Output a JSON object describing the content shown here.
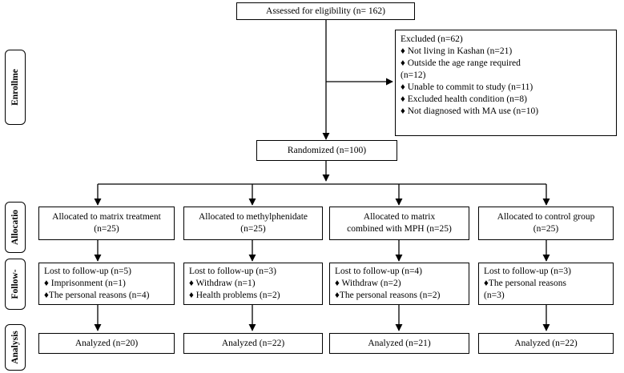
{
  "sidebar": {
    "enrollment": "Enrollme",
    "allocation": "Allocatio",
    "followup": "Follow-",
    "analysis": "Analysis"
  },
  "assessed": "Assessed for eligibility (n= 162)",
  "excluded": {
    "title": "Excluded (n=62)",
    "items": [
      "♦ Not living in Kashan (n=21)",
      "♦  Outside the age range required",
      "(n=12)",
      "♦ Unable to commit to study (n=11)",
      "♦ Excluded health condition (n=8)",
      "♦ Not diagnosed with MA use (n=10)"
    ]
  },
  "randomized": "Randomized (n=100)",
  "groups": [
    {
      "allocated": [
        "Allocated to matrix treatment",
        "(n=25)"
      ],
      "followup": [
        "Lost to follow-up (n=5)",
        "♦ Imprisonment (n=1)",
        "♦The personal reasons (n=4)"
      ],
      "analyzed": "Analyzed (n=20)"
    },
    {
      "allocated": [
        "Allocated to methylphenidate",
        "(n=25)"
      ],
      "followup": [
        "Lost to follow-up (n=3)",
        "♦ Withdraw (n=1)",
        "♦ Health problems (n=2)"
      ],
      "analyzed": "Analyzed (n=22)"
    },
    {
      "allocated": [
        "Allocated to matrix",
        "combined with MPH (n=25)"
      ],
      "followup": [
        "Lost to follow-up (n=4)",
        "♦ Withdraw (n=2)",
        "♦The personal reasons (n=2)"
      ],
      "analyzed": "Analyzed (n=21)"
    },
    {
      "allocated": [
        "Allocated to control group",
        "(n=25)"
      ],
      "followup": [
        "Lost to follow-up (n=3)",
        "♦The personal reasons",
        "(n=3)"
      ],
      "analyzed": "Analyzed (n=22)"
    }
  ]
}
